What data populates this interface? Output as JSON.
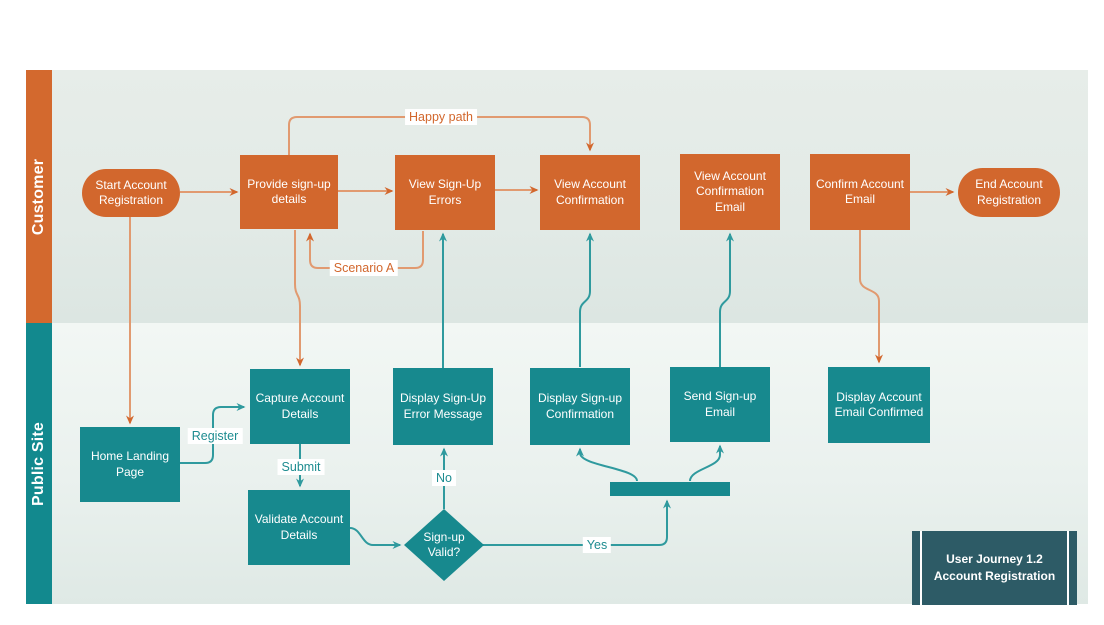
{
  "diagram": {
    "type": "swimlane-flowchart",
    "lanes": {
      "customer": {
        "label": "Customer"
      },
      "public_site": {
        "label": "Public Site"
      }
    },
    "nodes": {
      "start": {
        "label": "Start Account Registration",
        "shape": "stadium",
        "lane": "customer"
      },
      "provide": {
        "label": "Provide sign-up details",
        "shape": "rect",
        "lane": "customer"
      },
      "view_errors": {
        "label": "View Sign-Up Errors",
        "shape": "rect",
        "lane": "customer"
      },
      "view_confirmation": {
        "label": "View Account Confirmation",
        "shape": "rect",
        "lane": "customer"
      },
      "view_confirmation_email": {
        "label": "View Account Confirmation Email",
        "shape": "rect",
        "lane": "customer"
      },
      "confirm_email": {
        "label": "Confirm Account Email",
        "shape": "rect",
        "lane": "customer"
      },
      "end": {
        "label": "End Account Registration",
        "shape": "stadium",
        "lane": "customer"
      },
      "home": {
        "label": "Home Landing Page",
        "shape": "rect",
        "lane": "public_site"
      },
      "capture": {
        "label": "Capture Account Details",
        "shape": "rect",
        "lane": "public_site"
      },
      "validate": {
        "label": "Validate Account Details",
        "shape": "rect",
        "lane": "public_site"
      },
      "error_message": {
        "label": "Display Sign-Up Error Message",
        "shape": "rect",
        "lane": "public_site"
      },
      "confirmation": {
        "label": "Display Sign-up Confirmation",
        "shape": "rect",
        "lane": "public_site"
      },
      "send_email": {
        "label": "Send Sign-up Email",
        "shape": "rect",
        "lane": "public_site"
      },
      "email_confirmed": {
        "label": "Display Account Email Confirmed",
        "shape": "rect",
        "lane": "public_site"
      },
      "valid_decision": {
        "label": "Sign-up Valid?",
        "shape": "diamond",
        "lane": "public_site"
      },
      "fork_bar": {
        "label": "",
        "shape": "fork-bar",
        "lane": "public_site"
      }
    },
    "edge_labels": {
      "happy_path": "Happy path",
      "scenario_a": "Scenario A",
      "register": "Register",
      "submit": "Submit",
      "no": "No",
      "yes": "Yes"
    },
    "title_block": {
      "line1": "User Journey 1.2",
      "line2": "Account Registration"
    },
    "colors": {
      "customer_accent": "#d2672d",
      "public_accent": "#17898e",
      "orange_connector": "#e19a70",
      "orange_arrowhead": "#d2672d",
      "teal_connector": "#2f9a9e",
      "title_block_bg": "#2d5b66",
      "customer_lane_bg": "#e2eae6",
      "public_lane_bg": "#eef4f1"
    }
  }
}
